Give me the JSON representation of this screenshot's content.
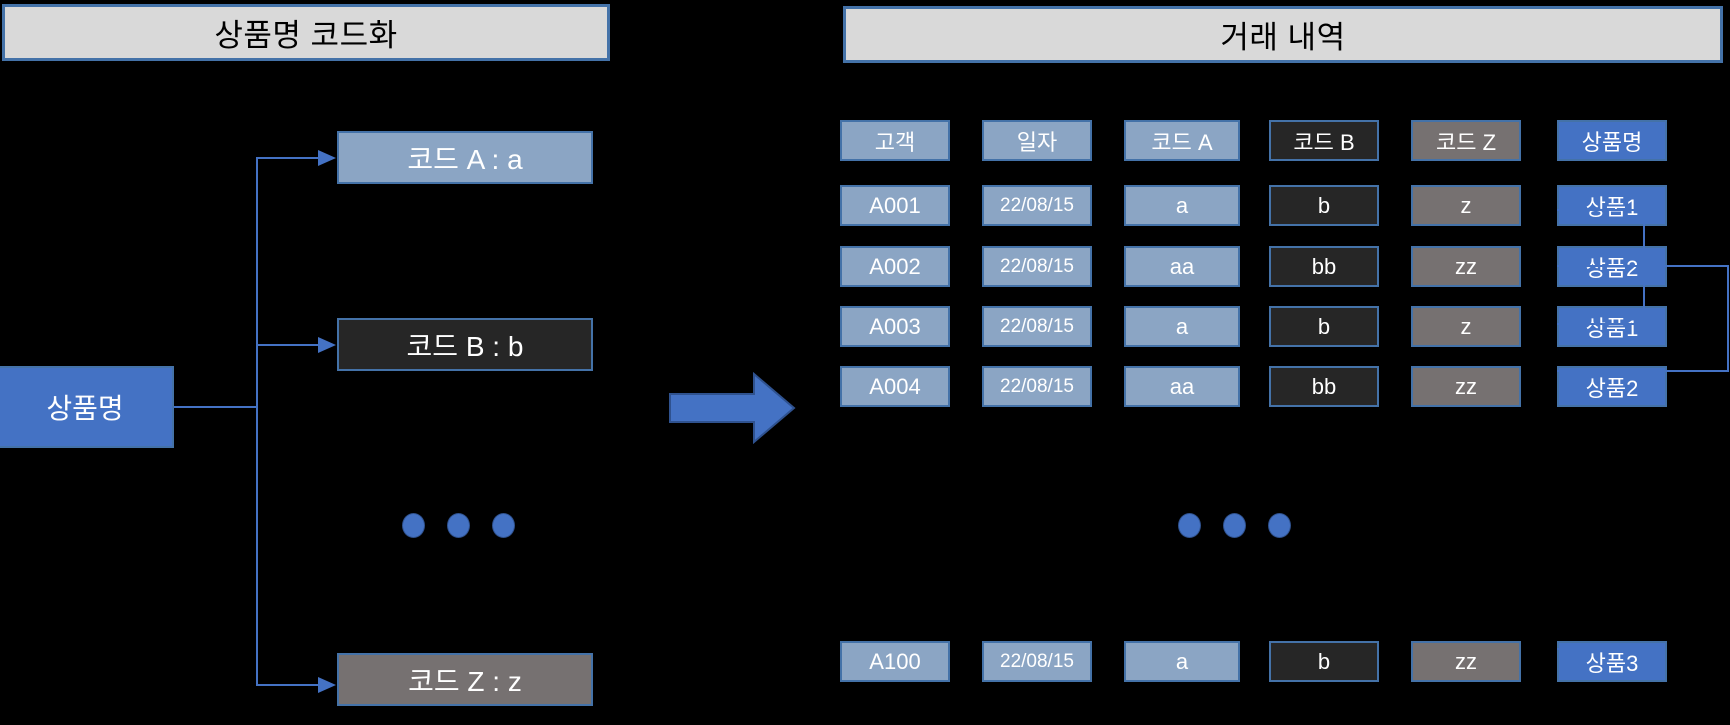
{
  "panels": {
    "left_title": "상품명 코드화",
    "right_title": "거래 내역"
  },
  "left_diagram": {
    "source_label": "상품명",
    "code_boxes": [
      {
        "label": "코드 A : a",
        "style": "lightblue"
      },
      {
        "label": "코드 B : b",
        "style": "dark"
      },
      {
        "label": "코드 Z : z",
        "style": "gray"
      }
    ],
    "ellipsis": "• • •"
  },
  "flow": {
    "arrow_icon": "right-arrow-icon"
  },
  "table": {
    "columns": [
      {
        "label": "고객",
        "style": "lightblue"
      },
      {
        "label": "일자",
        "style": "lightblue"
      },
      {
        "label": "코드 A",
        "style": "lightblue"
      },
      {
        "label": "코드 B",
        "style": "dark"
      },
      {
        "label": "코드 Z",
        "style": "gray"
      },
      {
        "label": "상품명",
        "style": "blue"
      }
    ],
    "rows": [
      {
        "customer": "A001",
        "date": "22/08/15",
        "code_a": "a",
        "code_b": "b",
        "code_z": "z",
        "product": "상품1"
      },
      {
        "customer": "A002",
        "date": "22/08/15",
        "code_a": "aa",
        "code_b": "bb",
        "code_z": "zz",
        "product": "상품2"
      },
      {
        "customer": "A003",
        "date": "22/08/15",
        "code_a": "a",
        "code_b": "b",
        "code_z": "z",
        "product": "상품1"
      },
      {
        "customer": "A004",
        "date": "22/08/15",
        "code_a": "aa",
        "code_b": "bb",
        "code_z": "zz",
        "product": "상품2"
      }
    ],
    "ellipsis": "• • •",
    "last_row": {
      "customer": "A100",
      "date": "22/08/15",
      "code_a": "a",
      "code_b": "b",
      "code_z": "zz",
      "product": "상품3"
    }
  },
  "colors": {
    "background": "#000000",
    "accent_blue": "#4472c4",
    "border_blue": "#4472a8",
    "light_blue": "#8ba5c4",
    "dark": "#262626",
    "gray": "#767171",
    "title_bar": "#d9d9d9"
  }
}
